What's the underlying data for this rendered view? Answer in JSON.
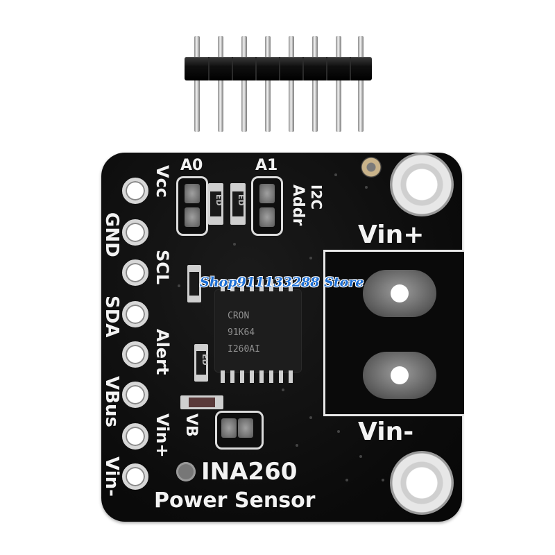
{
  "board": {
    "pin_labels": [
      "Vcc",
      "GND",
      "SCL",
      "SDA",
      "Alert",
      "VBus",
      "Vin+",
      "Vin-"
    ],
    "jumper_labels": {
      "a0": "A0",
      "a1": "A1"
    },
    "i2c_label": "I2C",
    "addr_label": "Addr",
    "vb_label": "VB",
    "terminal_labels": {
      "plus": "Vin+",
      "minus": "Vin-"
    },
    "product_name": "INA260",
    "product_subtitle": "Power Sensor",
    "chip_marking": [
      "CRON",
      "91K64",
      "I260AI"
    ],
    "resistor_code": "ED"
  },
  "watermark": "Shop911133288 Store",
  "colors": {
    "board": "#0b0b0b",
    "silkscreen": "#f3f3f3",
    "pad": "#d7d7d7",
    "watermark": "#1e6fd4"
  }
}
